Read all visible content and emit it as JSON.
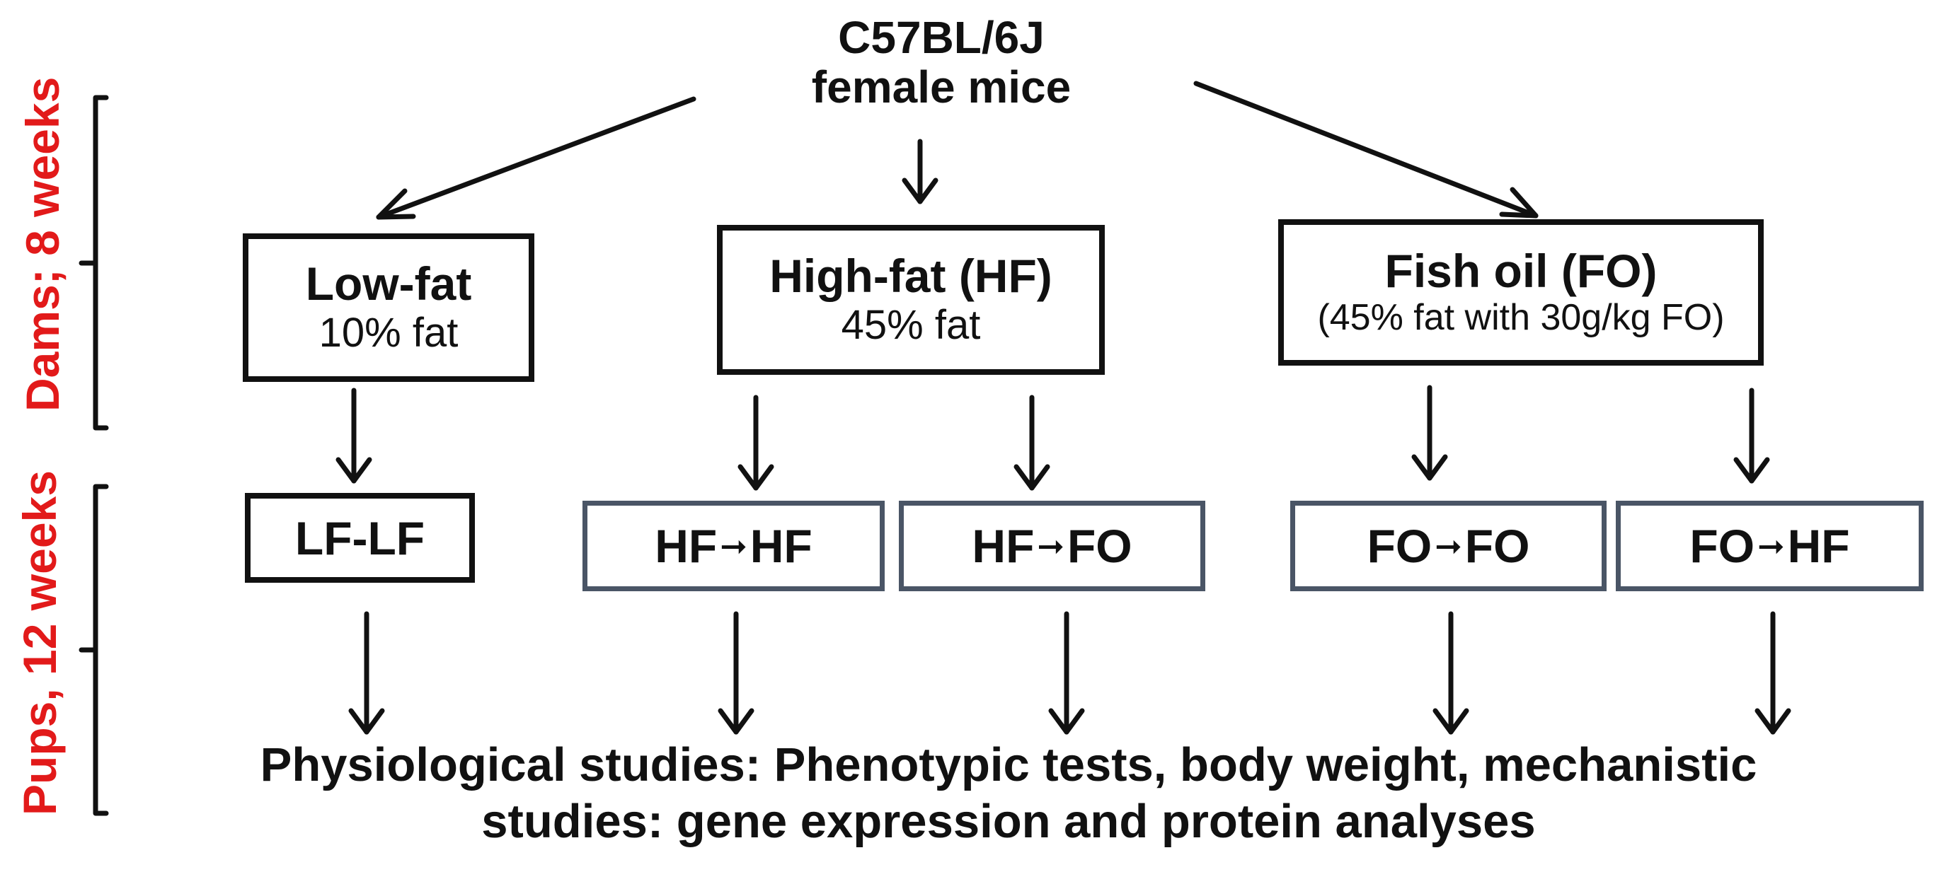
{
  "top": {
    "line1": "C57BL/6J",
    "line2": "female mice"
  },
  "dams": {
    "low_fat": {
      "title": "Low-fat",
      "sub": "10% fat"
    },
    "high_fat": {
      "title": "High-fat (HF)",
      "sub": "45% fat"
    },
    "fish_oil": {
      "title": "Fish oil (FO)",
      "sub": "(45% fat with 30g/kg FO)"
    }
  },
  "pups": {
    "lf_lf": "LF-LF",
    "hf_hf": {
      "from": "HF",
      "to": "HF"
    },
    "hf_fo": {
      "from": "HF",
      "to": "FO"
    },
    "fo_fo": {
      "from": "FO",
      "to": "FO"
    },
    "fo_hf": {
      "from": "FO",
      "to": "HF"
    }
  },
  "bottom": {
    "line1": "Physiological studies: Phenotypic tests, body weight, mechanistic",
    "line2": "studies: gene expression and protein analyses"
  },
  "side_labels": {
    "dams": "Dams; 8 weeks",
    "pups": "Pups, 12 weeks"
  },
  "colors": {
    "side_label": "#e21a1a",
    "pup_box_border": "#4a5566"
  }
}
